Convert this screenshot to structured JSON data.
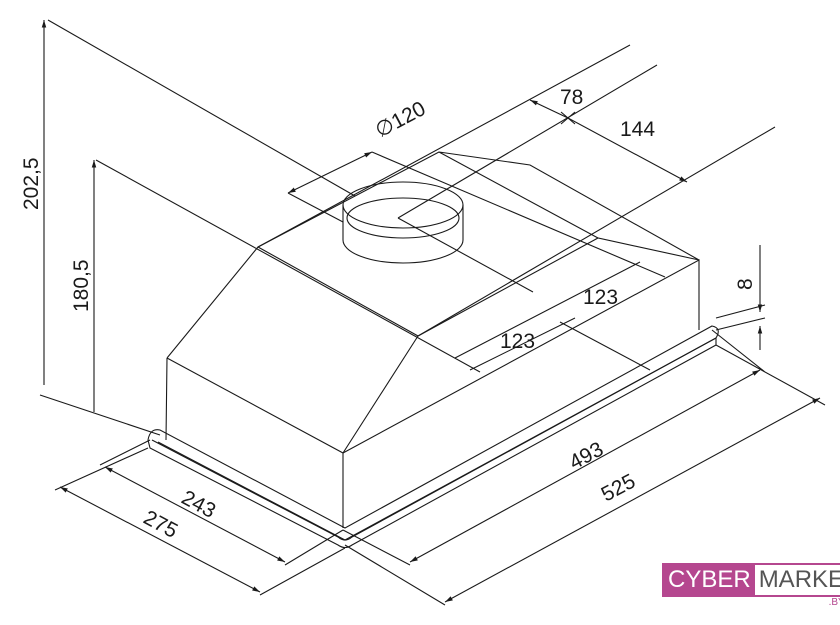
{
  "dimensions": {
    "overall_height": "202,5",
    "body_height": "180,5",
    "duct_diameter": "∅120",
    "duct_offset": "78",
    "duct_to_back": "144",
    "duct_pos_a": "123",
    "duct_pos_b": "123",
    "flange_thickness": "8",
    "body_width": "493",
    "flange_width": "525",
    "body_depth": "243",
    "flange_depth": "275"
  },
  "logo": {
    "part1": "CYBER",
    "part2": "MARKET",
    "suffix": ".BY",
    "color": "#b5478f"
  }
}
